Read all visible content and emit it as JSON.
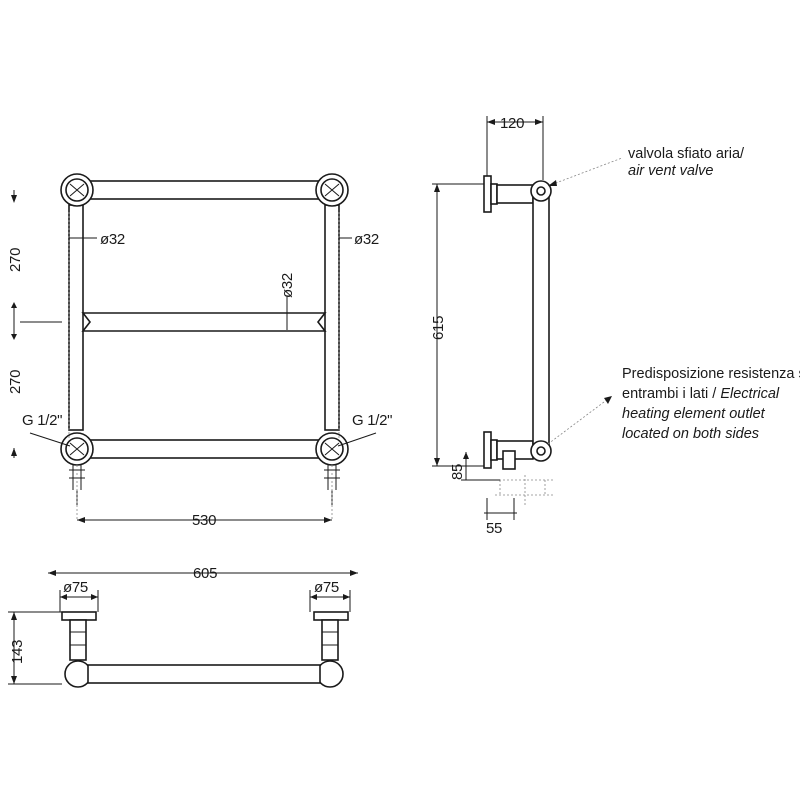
{
  "front_view": {
    "dim_upper_height": "270",
    "dim_lower_height": "270",
    "dim_pipe_left": "ø32",
    "dim_pipe_right": "ø32",
    "dim_rail_diameter": "ø32",
    "connection_left": "G 1/2\"",
    "connection_right": "G 1/2\"",
    "dim_width": "530"
  },
  "side_view": {
    "dim_depth": "120",
    "dim_height": "615",
    "dim_bottom_offset": "85",
    "dim_valve_offset": "55",
    "note_air_vent_it": "valvola sfiato aria/",
    "note_air_vent_en": "air vent valve",
    "note_heating_line1": "Predisposizione resistenza su",
    "note_heating_line2_it": "entrambi i lati / ",
    "note_heating_line2_en": "Electrical",
    "note_heating_line3": "heating element outlet",
    "note_heating_line4": "located on both sides"
  },
  "top_view": {
    "dim_total_width": "605",
    "dim_flange_left": "ø75",
    "dim_flange_right": "ø75",
    "dim_depth": "143"
  }
}
